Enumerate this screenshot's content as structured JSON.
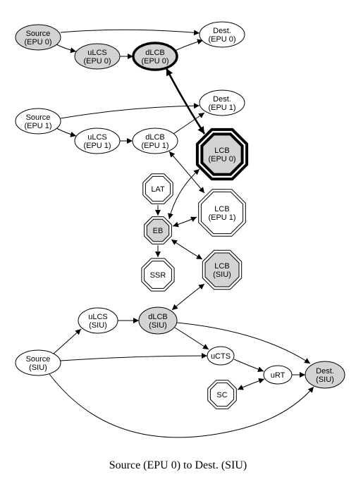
{
  "diagram": {
    "caption": "Source (EPU 0) to Dest. (SIU)",
    "colors": {
      "gray_fill": "#d3d3d3",
      "white_fill": "#ffffff",
      "stroke": "#000000"
    },
    "nodes": [
      {
        "id": "src_epu0",
        "lines": [
          "Source",
          "(EPU 0)"
        ],
        "shape": "ellipse",
        "fill": "gray"
      },
      {
        "id": "dest_epu0",
        "lines": [
          "Dest.",
          "(EPU 0)"
        ],
        "shape": "ellipse",
        "fill": "white"
      },
      {
        "id": "ulcs_epu0",
        "lines": [
          "uLCS",
          "(EPU 0)"
        ],
        "shape": "ellipse",
        "fill": "gray"
      },
      {
        "id": "dlcb_epu0",
        "lines": [
          "dLCB",
          "(EPU 0)"
        ],
        "shape": "ellipse",
        "fill": "gray",
        "emphasis": "bold"
      },
      {
        "id": "src_epu1",
        "lines": [
          "Source",
          "(EPU 1)"
        ],
        "shape": "ellipse",
        "fill": "white"
      },
      {
        "id": "dest_epu1",
        "lines": [
          "Dest.",
          "(EPU 1)"
        ],
        "shape": "ellipse",
        "fill": "white"
      },
      {
        "id": "ulcs_epu1",
        "lines": [
          "uLCS",
          "(EPU 1)"
        ],
        "shape": "ellipse",
        "fill": "white"
      },
      {
        "id": "dlcb_epu1",
        "lines": [
          "dLCB",
          "(EPU 1)"
        ],
        "shape": "ellipse",
        "fill": "white"
      },
      {
        "id": "lcb_epu0",
        "lines": [
          "LCB",
          "(EPU 0)"
        ],
        "shape": "octagon",
        "fill": "gray",
        "emphasis": "bold"
      },
      {
        "id": "lat",
        "lines": [
          "LAT"
        ],
        "shape": "octagon",
        "fill": "white"
      },
      {
        "id": "lcb_epu1",
        "lines": [
          "LCB",
          "(EPU 1)"
        ],
        "shape": "octagon",
        "fill": "white"
      },
      {
        "id": "eb",
        "lines": [
          "EB"
        ],
        "shape": "octagon",
        "fill": "gray"
      },
      {
        "id": "ssr",
        "lines": [
          "SSR"
        ],
        "shape": "octagon",
        "fill": "white"
      },
      {
        "id": "lcb_siu",
        "lines": [
          "LCB",
          "(SIU)"
        ],
        "shape": "octagon",
        "fill": "gray"
      },
      {
        "id": "ulcs_siu",
        "lines": [
          "uLCS",
          "(SIU)"
        ],
        "shape": "ellipse",
        "fill": "white"
      },
      {
        "id": "dlcb_siu",
        "lines": [
          "dLCB",
          "(SIU)"
        ],
        "shape": "ellipse",
        "fill": "gray"
      },
      {
        "id": "src_siu",
        "lines": [
          "Source",
          "(SIU)"
        ],
        "shape": "ellipse",
        "fill": "white"
      },
      {
        "id": "ucts",
        "lines": [
          "uCTS"
        ],
        "shape": "ellipse",
        "fill": "white"
      },
      {
        "id": "urt",
        "lines": [
          "uRT"
        ],
        "shape": "ellipse",
        "fill": "white"
      },
      {
        "id": "dest_siu",
        "lines": [
          "Dest.",
          "(SIU)"
        ],
        "shape": "ellipse",
        "fill": "gray"
      },
      {
        "id": "sc",
        "lines": [
          "SC"
        ],
        "shape": "octagon",
        "fill": "white"
      }
    ],
    "edges": [
      {
        "from": "src_epu0",
        "to": "dest_epu0"
      },
      {
        "from": "src_epu0",
        "to": "ulcs_epu0"
      },
      {
        "from": "ulcs_epu0",
        "to": "dlcb_epu0"
      },
      {
        "from": "dlcb_epu0",
        "to": "dest_epu0"
      },
      {
        "from": "dlcb_epu0",
        "to": "lcb_epu0",
        "bidirectional": true,
        "emphasis": "bold"
      },
      {
        "from": "src_epu1",
        "to": "dest_epu1"
      },
      {
        "from": "src_epu1",
        "to": "ulcs_epu1"
      },
      {
        "from": "ulcs_epu1",
        "to": "dlcb_epu1"
      },
      {
        "from": "dlcb_epu1",
        "to": "dest_epu1"
      },
      {
        "from": "dlcb_epu1",
        "to": "lcb_epu1",
        "bidirectional": true
      },
      {
        "from": "lat",
        "to": "eb"
      },
      {
        "from": "eb",
        "to": "lcb_epu0",
        "bidirectional": true
      },
      {
        "from": "eb",
        "to": "lcb_epu1",
        "bidirectional": true
      },
      {
        "from": "eb",
        "to": "ssr"
      },
      {
        "from": "eb",
        "to": "lcb_siu",
        "bidirectional": true
      },
      {
        "from": "dlcb_siu",
        "to": "lcb_siu",
        "bidirectional": true
      },
      {
        "from": "src_siu",
        "to": "ulcs_siu"
      },
      {
        "from": "ulcs_siu",
        "to": "dlcb_siu"
      },
      {
        "from": "dlcb_siu",
        "to": "ucts"
      },
      {
        "from": "dlcb_siu",
        "to": "dest_siu"
      },
      {
        "from": "src_siu",
        "to": "ucts"
      },
      {
        "from": "ucts",
        "to": "urt"
      },
      {
        "from": "urt",
        "to": "dest_siu"
      },
      {
        "from": "sc",
        "to": "urt",
        "bidirectional": true
      },
      {
        "from": "src_siu",
        "to": "dest_siu"
      }
    ]
  }
}
